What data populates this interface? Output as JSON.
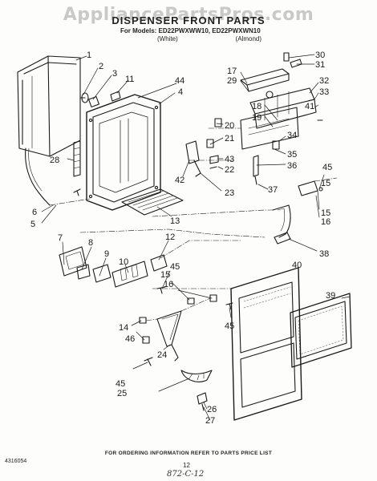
{
  "watermark": "AppliancePartsPros.com",
  "title": "DISPENSER FRONT PARTS",
  "models_line": "For Models: ED22PWXWW10, ED22PWXWN10",
  "variants": [
    "(White)",
    "(Almond)"
  ],
  "callouts": [
    "1",
    "2",
    "3",
    "4",
    "5",
    "6",
    "7",
    "8",
    "9",
    "10",
    "11",
    "12",
    "13",
    "14",
    "15",
    "15",
    "15",
    "16",
    "16",
    "17",
    "18",
    "19",
    "20",
    "21",
    "22",
    "23",
    "24",
    "25",
    "26",
    "27",
    "28",
    "29",
    "30",
    "31",
    "32",
    "33",
    "34",
    "35",
    "36",
    "37",
    "38",
    "39",
    "40",
    "41",
    "42",
    "43",
    "44",
    "45",
    "45",
    "45",
    "45",
    "46"
  ],
  "footer_note": "FOR ORDERING INFORMATION REFER TO PARTS PRICE LIST",
  "doc_number": "4316054",
  "page_number": "12",
  "handwritten_note": "872-C-12"
}
